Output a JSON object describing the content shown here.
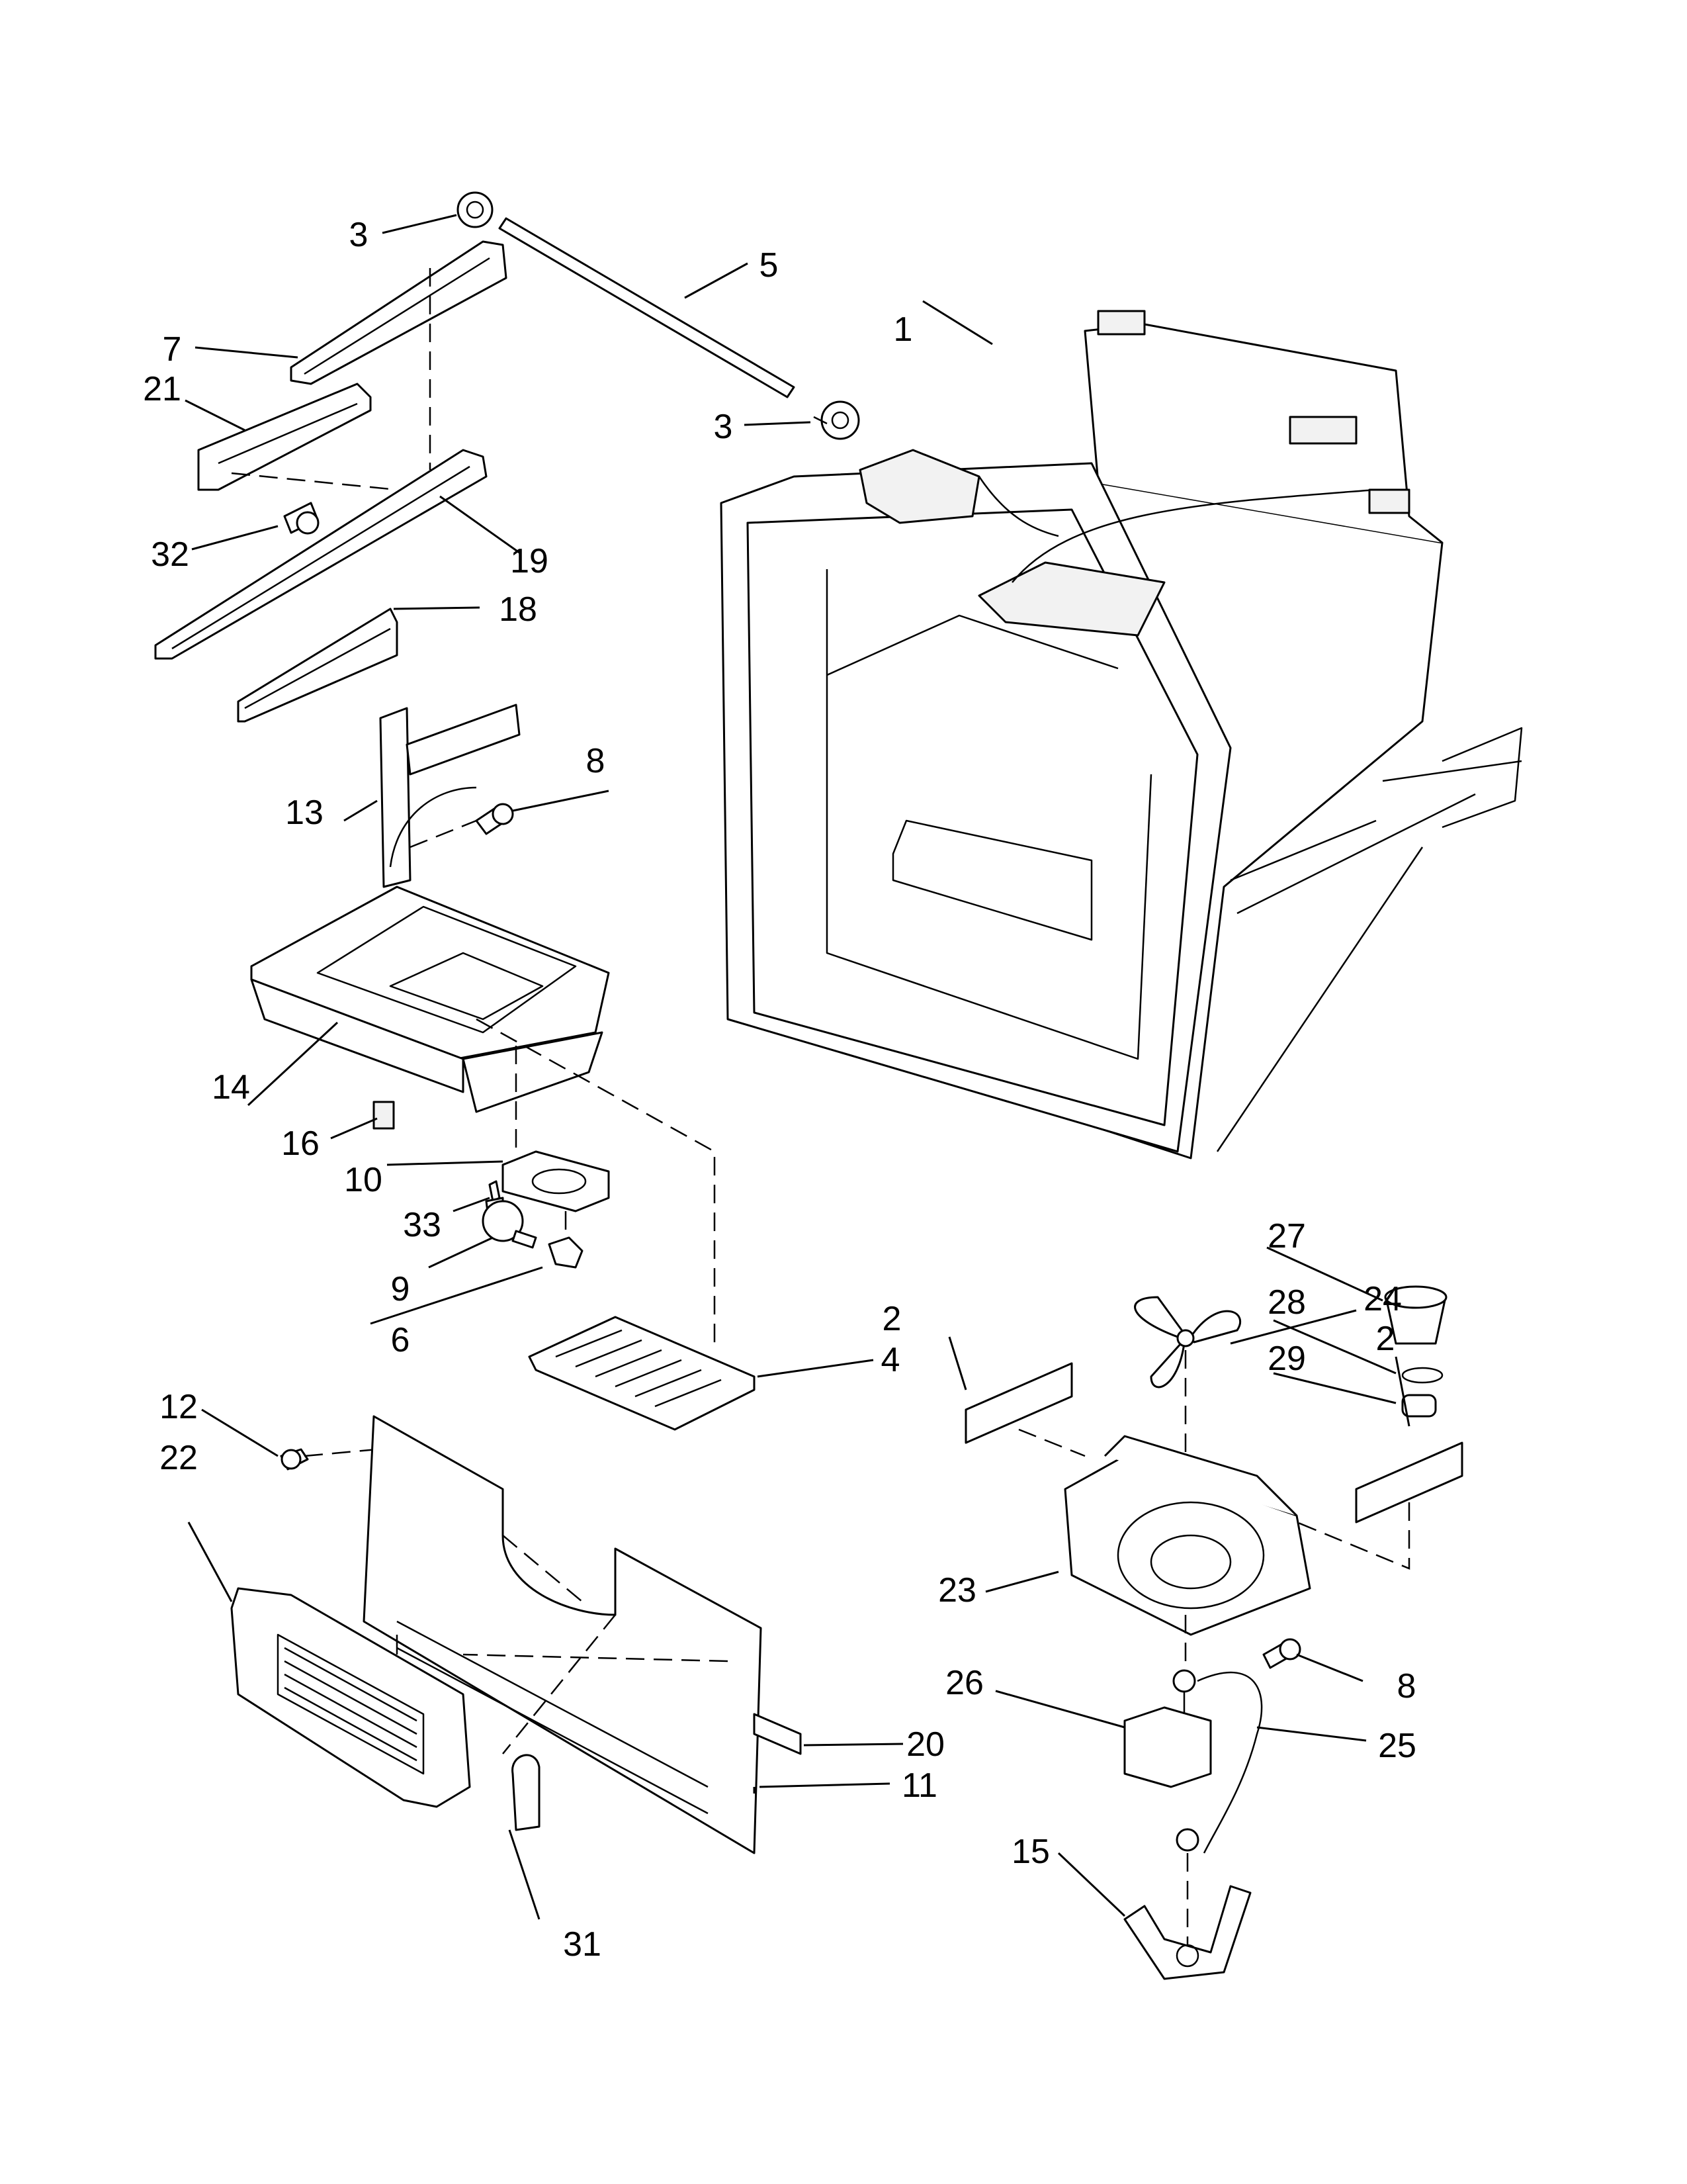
{
  "callouts": [
    {
      "id": "c1",
      "text": "1"
    },
    {
      "id": "c2a",
      "text": "2"
    },
    {
      "id": "c2b",
      "text": "2"
    },
    {
      "id": "c3a",
      "text": "3"
    },
    {
      "id": "c3b",
      "text": "3"
    },
    {
      "id": "c4",
      "text": "4"
    },
    {
      "id": "c5",
      "text": "5"
    },
    {
      "id": "c6",
      "text": "6"
    },
    {
      "id": "c7",
      "text": "7"
    },
    {
      "id": "c8a",
      "text": "8"
    },
    {
      "id": "c8b",
      "text": "8"
    },
    {
      "id": "c9",
      "text": "9"
    },
    {
      "id": "c10",
      "text": "10"
    },
    {
      "id": "c11",
      "text": "11"
    },
    {
      "id": "c12",
      "text": "12"
    },
    {
      "id": "c13",
      "text": "13"
    },
    {
      "id": "c14",
      "text": "14"
    },
    {
      "id": "c15",
      "text": "15"
    },
    {
      "id": "c16",
      "text": "16"
    },
    {
      "id": "c18",
      "text": "18"
    },
    {
      "id": "c19",
      "text": "19"
    },
    {
      "id": "c20",
      "text": "20"
    },
    {
      "id": "c21",
      "text": "21"
    },
    {
      "id": "c22",
      "text": "22"
    },
    {
      "id": "c23",
      "text": "23"
    },
    {
      "id": "c24",
      "text": "24"
    },
    {
      "id": "c25",
      "text": "25"
    },
    {
      "id": "c26",
      "text": "26"
    },
    {
      "id": "c27",
      "text": "27"
    },
    {
      "id": "c28",
      "text": "28"
    },
    {
      "id": "c29",
      "text": "29"
    },
    {
      "id": "c31",
      "text": "31"
    },
    {
      "id": "c32",
      "text": "32"
    },
    {
      "id": "c33",
      "text": "33"
    }
  ]
}
